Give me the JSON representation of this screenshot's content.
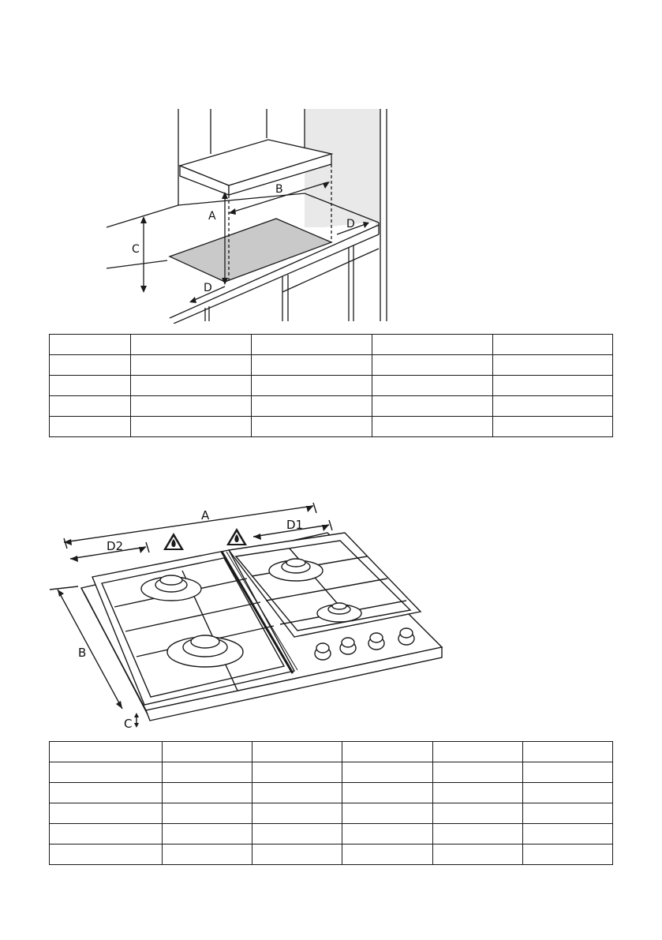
{
  "figure1": {
    "labels": {
      "a": "A",
      "b": "B",
      "c": "C",
      "d": "D"
    }
  },
  "table1": {
    "rows": [
      [
        "",
        "",
        "",
        "",
        ""
      ],
      [
        "",
        "",
        "",
        "",
        ""
      ],
      [
        "",
        "",
        "",
        "",
        ""
      ],
      [
        "",
        "",
        "",
        "",
        ""
      ],
      [
        "",
        "",
        "",
        "",
        ""
      ]
    ]
  },
  "figure2": {
    "labels": {
      "a": "A",
      "b": "B",
      "c": "C",
      "d1": "D1",
      "d2": "D2"
    },
    "icons": [
      "flame-warning-icon",
      "flame-warning-icon"
    ]
  },
  "table2": {
    "rows": [
      [
        "",
        "",
        "",
        "",
        "",
        ""
      ],
      [
        "",
        "",
        "",
        "",
        "",
        ""
      ],
      [
        "",
        "",
        "",
        "",
        "",
        ""
      ],
      [
        "",
        "",
        "",
        "",
        "",
        ""
      ],
      [
        "",
        "",
        "",
        "",
        "",
        ""
      ],
      [
        "",
        "",
        "",
        "",
        "",
        ""
      ]
    ]
  }
}
